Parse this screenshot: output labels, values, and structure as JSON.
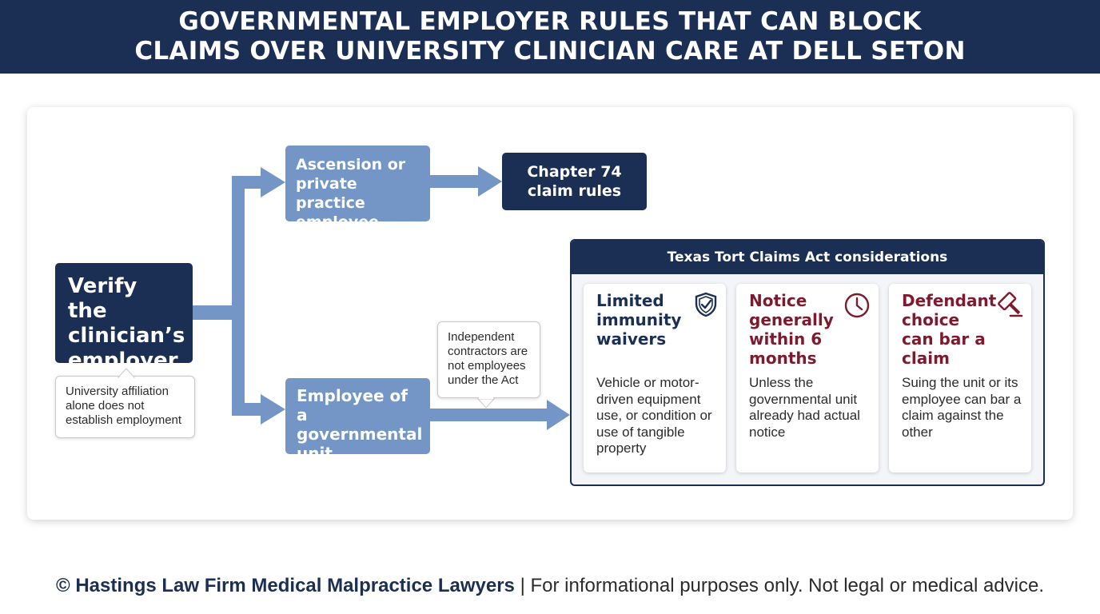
{
  "header": {
    "title_line_1": "GOVERNMENTAL EMPLOYER RULES THAT CAN BLOCK",
    "title_line_2": "CLAIMS OVER UNIVERSITY CLINICIAN CARE AT DELL SETON"
  },
  "flow": {
    "verify_box": "Verify the clinician’s employer",
    "verify_note": "University affiliation alone does not establish employment",
    "ascension_box": "Ascension or private practice employee",
    "chapter74_box": "Chapter 74 claim rules",
    "governmental_box": "Employee of a governmental unit",
    "contractor_note": "Independent contractors are not employees under the Act"
  },
  "tca": {
    "header": "Texas Tort Claims Act considerations",
    "cards": [
      {
        "title": "Limited immunity waivers",
        "icon": "shield-check-icon",
        "body": "Vehicle or motor-driven equipment use, or condition or use of tangible property",
        "title_color": "#1b2f55"
      },
      {
        "title": "Notice generally within 6 months",
        "icon": "clock-icon",
        "body": "Unless the governmental unit already had actual notice",
        "title_color": "#7d1a2e"
      },
      {
        "title": "Defendant choice can bar a claim",
        "icon": "gavel-icon",
        "body": "Suing the unit or its employee can bar a claim against the other",
        "title_color": "#7d1a2e"
      }
    ]
  },
  "footer": {
    "firm": "© Hastings Law Firm Medical Malpractice Lawyers",
    "disclaimer": "| For informational purposes only. Not legal or medical advice."
  },
  "colors": {
    "navy": "#1b2f55",
    "steel_blue": "#7396c6",
    "maroon": "#7d1a2e"
  }
}
